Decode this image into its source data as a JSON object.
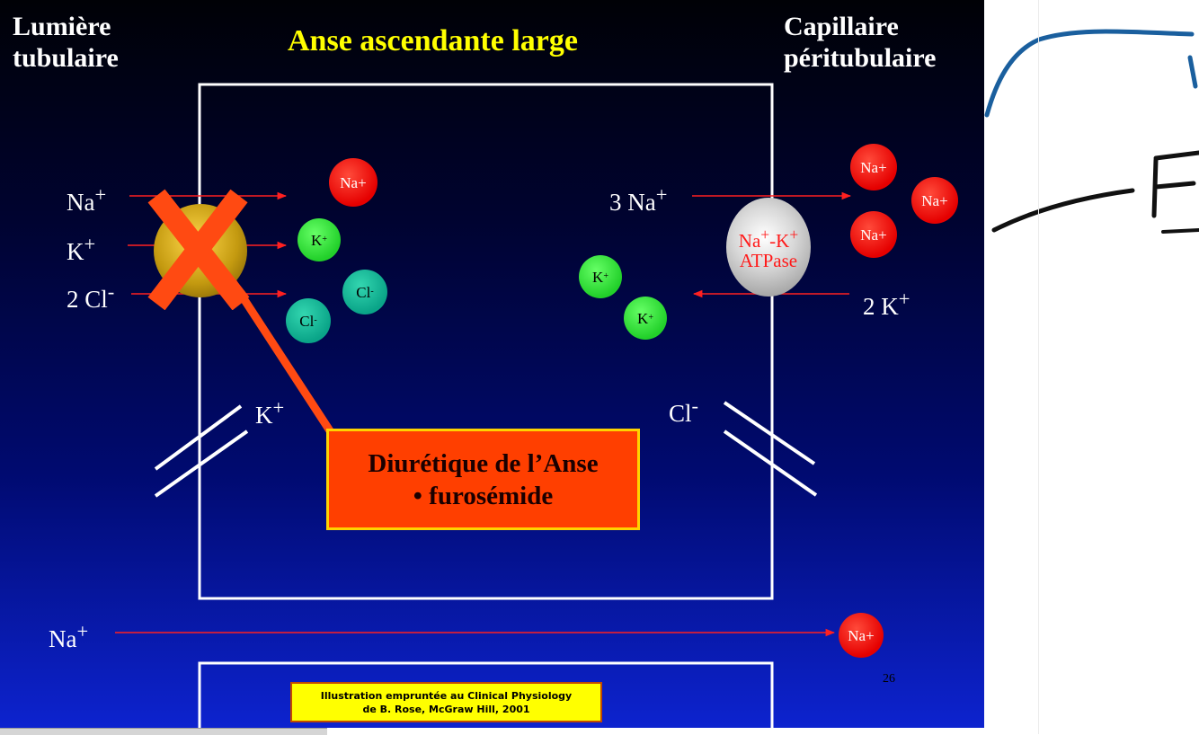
{
  "slide": {
    "title": "Anse ascendante large",
    "left_header": [
      "Lumière",
      "tubulaire"
    ],
    "right_header": [
      "Capillaire",
      "péritubulaire"
    ],
    "page_number": "26"
  },
  "cotransporter_inputs": {
    "na": {
      "sym": "Na",
      "sup": "+"
    },
    "k": {
      "sym": "K",
      "sup": "+"
    },
    "cl": {
      "sym": "2 Cl",
      "sup": "-"
    }
  },
  "pump": {
    "line1_sym_a": "Na",
    "line1_sup_a": "+",
    "line1_sep": "-",
    "line1_sym_b": "K",
    "line1_sup_b": "+",
    "line2": "ATPase",
    "out_label": {
      "sym": "3 Na",
      "sup": "+"
    },
    "in_label": {
      "sym": "2 K",
      "sup": "+"
    }
  },
  "channels": {
    "k": {
      "sym": "K",
      "sup": "+"
    },
    "cl": {
      "sym": "Cl",
      "sup": "-"
    }
  },
  "paracellular": {
    "sym": "Na",
    "sup": "+"
  },
  "ions": {
    "na": "Na+",
    "k_sym": "K",
    "k_sup": "+",
    "cl_sym": "Cl",
    "cl_sup": "-"
  },
  "diuretic": {
    "line1": "Diurétique de l’Anse",
    "line2": "• furosémide"
  },
  "source": {
    "line1": "Illustration empruntée au Clinical Physiology",
    "line2": "de B. Rose, McGraw Hill, 2001"
  },
  "colors": {
    "title": "#ffff00",
    "arrows": "#ff2020",
    "cross": "#ff4a12",
    "membrane": "#ffffff"
  }
}
